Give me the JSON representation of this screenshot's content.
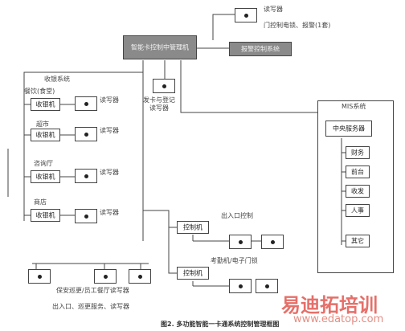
{
  "labels": {
    "top_reader": "读写器",
    "top_reader_note": "门控制电锁、报警(1套)",
    "center": "智能卡控制中管理机",
    "alarm": "报警控制系统",
    "member_reader": "发卡与登记\n读写器",
    "pos_title": "收银系统",
    "restaurant": "餐饮(食堂)",
    "store1": "超市",
    "hall": "咨询厅",
    "shop": "商店",
    "pos_label": "收银机",
    "reader_label": "读写器",
    "mis_title": "MIS系统",
    "mis_server": "中央服务器",
    "mis_items": [
      "财务",
      "前台",
      "收发",
      "人事",
      "其它"
    ],
    "access_title": "出入口控制",
    "access_ctrl": "控制机",
    "attendance_title": "考勤机/电子门锁",
    "attendance_ctrl": "控制机",
    "bottom_note1": "保安巡更/员工餐厅读写器",
    "bottom_note2": "出入口、巡更服务、读写器",
    "caption": "图2. 多功能智能一卡通系统控制管理框图",
    "watermark_cn": "易迪拓培训",
    "watermark_url": "www.edatop.com"
  },
  "colors": {
    "line": "#444444",
    "box_gray": "#8a8a8a",
    "watermark_red": "#d9534f",
    "watermark_url": "#e07a6e"
  }
}
